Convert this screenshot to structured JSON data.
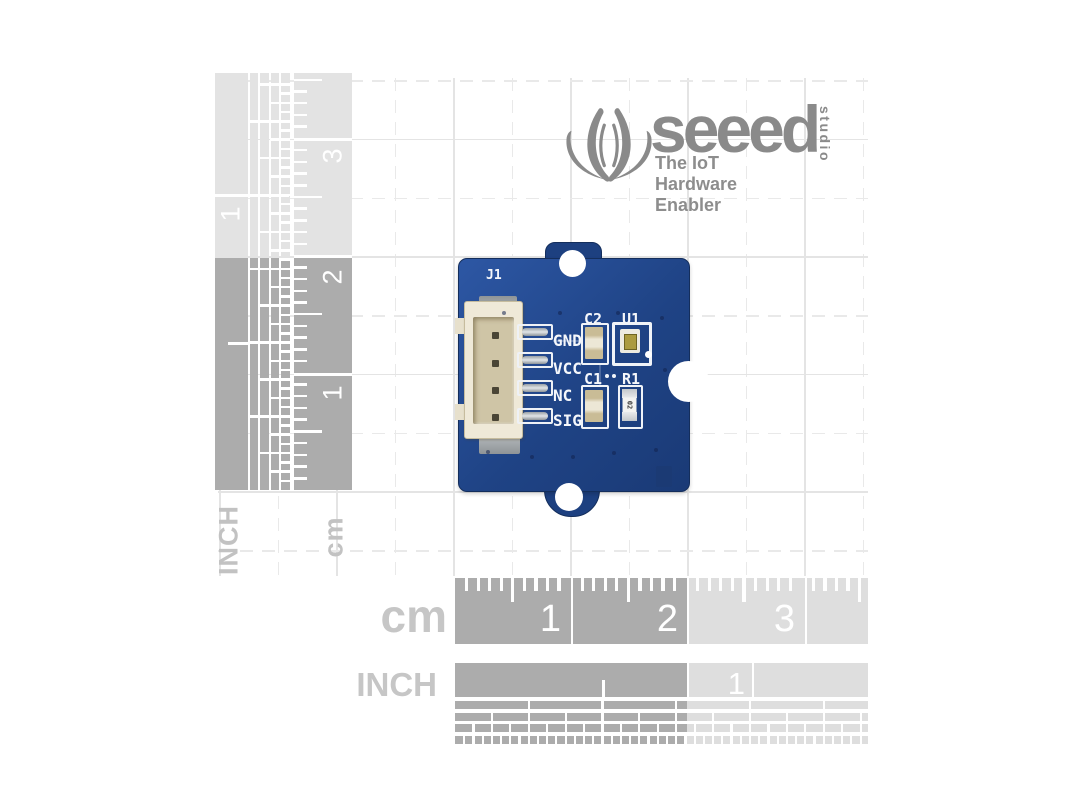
{
  "logo": {
    "brand": "seeed",
    "brand_suffix": "studio",
    "tagline": "The IoT Hardware Enabler"
  },
  "board": {
    "silkscreen": {
      "connector_ref": "J1",
      "pins": [
        "GND",
        "VCC",
        "NC",
        "SIG"
      ],
      "refs": [
        "C2",
        "U1",
        "C1",
        "R1"
      ],
      "r1_marking": "02"
    }
  },
  "rulers": {
    "left_inch": {
      "label": "INCH",
      "numbers": [
        "1"
      ]
    },
    "left_cm": {
      "label": "cm",
      "numbers": [
        "3",
        "2",
        "1"
      ]
    },
    "bottom_cm": {
      "label": "cm",
      "numbers": [
        "1",
        "2",
        "3"
      ]
    },
    "bottom_inch": {
      "label": "INCH",
      "numbers": [
        "1"
      ]
    }
  },
  "colors": {
    "pcb_blue": "#234a8f",
    "ruler_dark": "#acacac",
    "ruler_light": "#e3e3e3",
    "label_gray": "#c6c6c6",
    "logo_gray": "#8a8a8a",
    "silkscreen_white": "#f5f7fb"
  }
}
